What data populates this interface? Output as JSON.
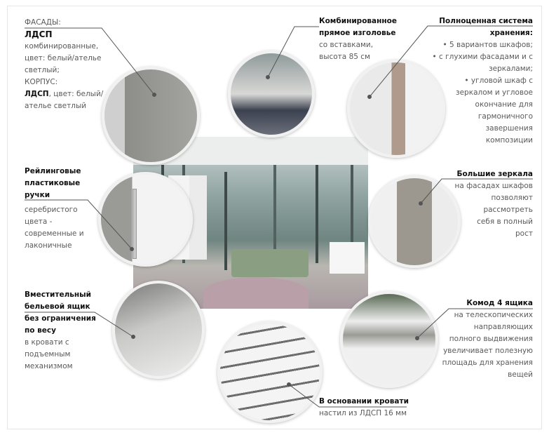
{
  "facades": {
    "label": "ФАСАДЫ:",
    "material": "ЛДСП",
    "desc": "комбинированные, цвет: белый/ателье светлый;",
    "body_label": "КОРПУС:",
    "body_material": "ЛДСП",
    "body_desc": ", цвет: белый/ ателье светлый"
  },
  "headboard": {
    "title1": "Комбинированное",
    "title2": "прямое изголовье",
    "desc1": "со вставками,",
    "desc2": "высота 85 см"
  },
  "storage": {
    "title1": "Полноценная система",
    "title2": "хранения:",
    "items": [
      "• 5 вариантов шкафов;",
      "• с глухими фасадами и с",
      "зеркалами;",
      "• угловой шкаф с",
      "зеркалом и угловое",
      "окончание для",
      "гармоничного",
      "завершения",
      "композиции"
    ]
  },
  "handles": {
    "title": [
      "Рейлинговые",
      "пластиковые",
      "ручки"
    ],
    "desc": [
      "серебристого",
      "цвета -",
      "современные и",
      "лаконичные"
    ]
  },
  "mirrors": {
    "title": "Большие зеркала",
    "desc": [
      "на фасадах шкафов",
      "позволяют",
      "рассмотреть",
      "себя в полный",
      "рост"
    ]
  },
  "drawer": {
    "title": [
      "Вместительный",
      "бельевой ящик",
      "без ограничения",
      "по весу"
    ],
    "desc": [
      "в кровати с",
      "подъемным",
      "механизмом"
    ]
  },
  "dresser": {
    "title": "Комод 4 ящика",
    "desc": [
      "на телескопических",
      "направляющих",
      "полного выдвижения",
      "увеличивает полезную",
      "площадь для хранения",
      "вещей"
    ]
  },
  "base": {
    "title": "В основании кровати",
    "desc": "настил из ЛДСП 16 мм"
  }
}
